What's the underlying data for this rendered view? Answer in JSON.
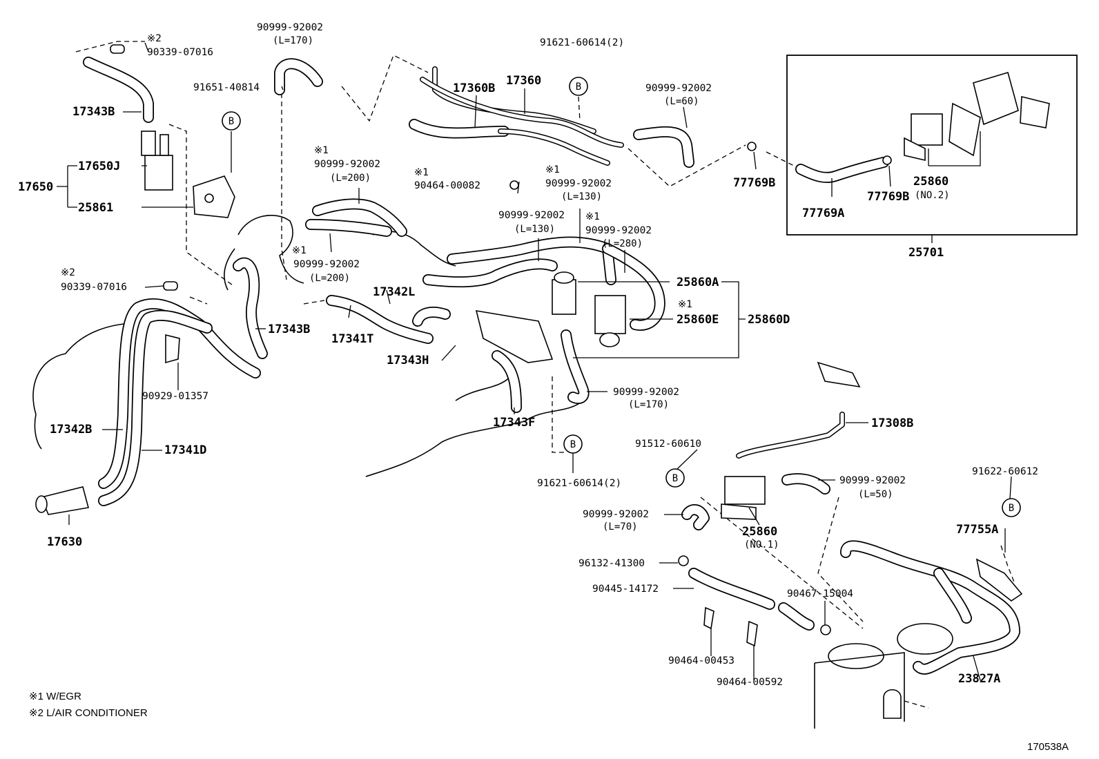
{
  "labels": {
    "l1": "※2",
    "l2": "90339-07016",
    "l3": "90999-92002",
    "l4": "(L=170)",
    "l5": "91621-60614(2)",
    "l6": "91651-40814",
    "l7": "17360B",
    "l8": "17360",
    "l9": "90999-92002",
    "l10": "(L=60)",
    "l11": "17343B",
    "l12": "17650J",
    "l13": "17650",
    "l14": "25861",
    "l15": "※1",
    "l16": "90999-92002",
    "l17": "(L=200)",
    "l18": "※1",
    "l19": "90464-00082",
    "l20": "※1",
    "l21": "90999-92002",
    "l22": "(L=130)",
    "l23": "77769B",
    "l24": "77769A",
    "l25": "77769B",
    "l26": "25860",
    "l27": "(NO.2)",
    "l28": "25701",
    "l29": "90999-92002",
    "l30": "(L=130)",
    "l31": "※1",
    "l32": "90999-92002",
    "l33": "(L=280)",
    "l34": "※1",
    "l35": "90999-92002",
    "l36": "(L=200)",
    "l37": "※2",
    "l38": "90339-07016",
    "l39": "17342L",
    "l40": "25860A",
    "l41": "※1",
    "l42": "25860E",
    "l43": "25860D",
    "l44": "17343B",
    "l45": "17341T",
    "l46": "17343H",
    "l47": "90929-01357",
    "l48": "90999-92002",
    "l49": "(L=170)",
    "l50": "17343F",
    "l51": "17308B",
    "l52": "17342B",
    "l53": "17341D",
    "l54": "91512-60610",
    "l55": "91621-60614(2)",
    "l56": "90999-92002",
    "l57": "(L=50)",
    "l58": "91622-60612",
    "l59": "90999-92002",
    "l60": "(L=70)",
    "l61": "25860",
    "l62": "(NO.1)",
    "l63": "77755A",
    "l64": "17630",
    "l65": "96132-41300",
    "l66": "90445-14172",
    "l67": "90467-15004",
    "l68": "90464-00453",
    "l69": "90464-00592",
    "l70": "23827A",
    "b1": "B",
    "b2": "B",
    "b3": "B",
    "b4": "B",
    "b5": "B"
  },
  "notes": {
    "n1": "※1 W/EGR",
    "n2": "※2 L/AIR CONDITIONER"
  },
  "diagram_id": "170538A"
}
